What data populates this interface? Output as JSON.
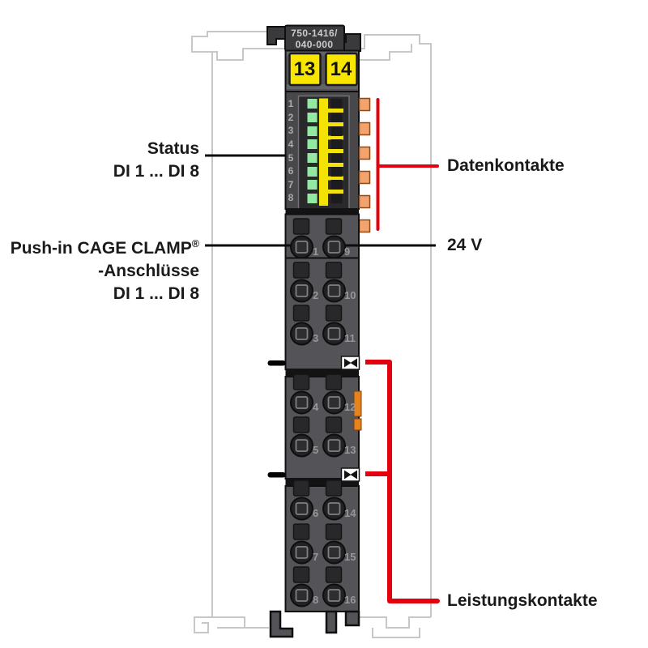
{
  "diagram": {
    "module_code_line1": "750-1416/",
    "module_code_line2": "040-000",
    "marking_left": "13",
    "marking_right": "14",
    "labels": {
      "status_line1": "Status",
      "status_line2": "DI 1 ... DI 8",
      "pushin_line1": "Push-in CAGE CLAMP",
      "pushin_sup": "®",
      "pushin_line2": "-Anschlüsse",
      "pushin_line3": "DI 1 ... DI 8",
      "datenkontakte": "Datenkontakte",
      "voltage": "24 V",
      "leistungskontakte": "Leistungskontakte"
    },
    "led": {
      "rows": [
        "1",
        "2",
        "3",
        "4",
        "5",
        "6",
        "7",
        "8"
      ]
    },
    "clamps": {
      "rows": [
        {
          "left": "1",
          "right": "9"
        },
        {
          "left": "2",
          "right": "10"
        },
        {
          "left": "3",
          "right": "11"
        },
        {
          "left": "4",
          "right": "12"
        },
        {
          "left": "5",
          "right": "13"
        },
        {
          "left": "6",
          "right": "14"
        },
        {
          "left": "7",
          "right": "15"
        },
        {
          "left": "8",
          "right": "16"
        }
      ]
    },
    "colors": {
      "red": "#e3000f",
      "yellow": "#f8e600",
      "led_yellow": "#f2e205",
      "green": "#93e8a2",
      "orange_contact": "#f2a36e",
      "orange_latch": "#e8821c",
      "body": "#545458",
      "rail": "#c7c7c7"
    }
  }
}
